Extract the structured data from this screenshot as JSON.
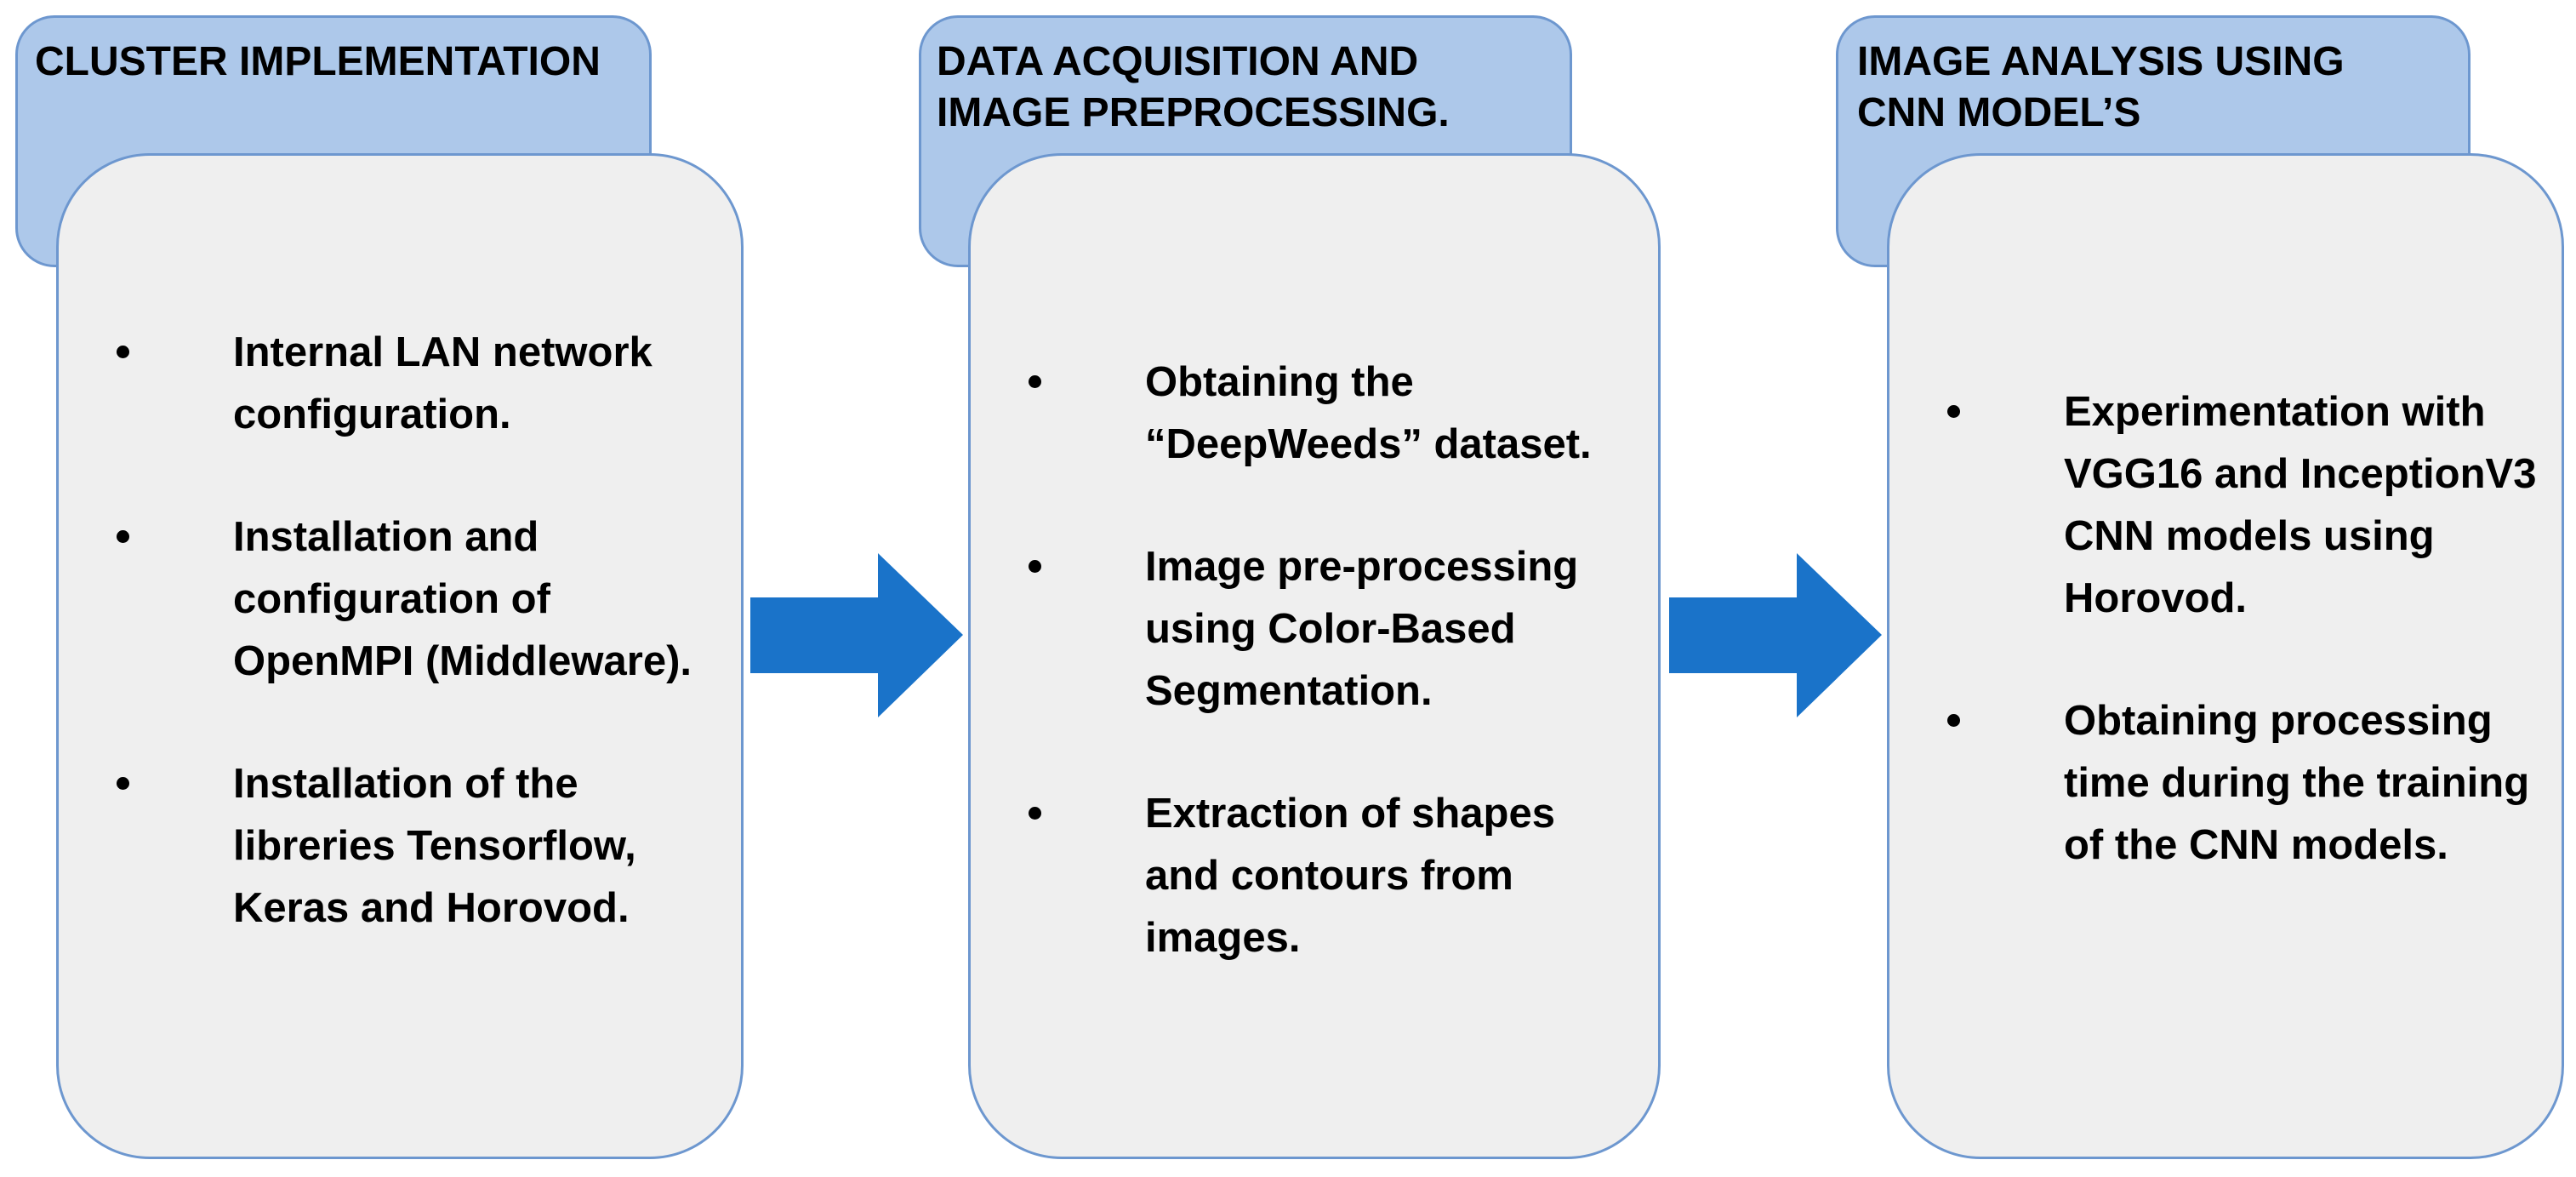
{
  "accent_colors": {
    "tab_fill": "#adc8ea",
    "border": "#6d97cf",
    "card_fill": "#efefef",
    "arrow": "#1a73c9"
  },
  "stages": [
    {
      "title": "CLUSTER IMPLEMENTATION",
      "items": [
        "Internal LAN network configuration.",
        "Installation and configuration of OpenMPI (Middleware).",
        "Installation of the libreries Tensorflow, Keras and Horovod."
      ]
    },
    {
      "title": "DATA ACQUISITION AND IMAGE PREPROCESSING.",
      "items": [
        "Obtaining the “DeepWeeds” dataset.",
        "Image pre-processing using Color-Based Segmentation.",
        "Extraction of shapes and contours from images."
      ]
    },
    {
      "title": "IMAGE ANALYSIS USING CNN MODEL’S",
      "items": [
        "Experimentation with VGG16 and InceptionV3 CNN models using Horovod.",
        "Obtaining processing time during the training of the CNN models."
      ]
    }
  ],
  "connectors": [
    {
      "from": "CLUSTER IMPLEMENTATION",
      "to": "DATA ACQUISITION AND IMAGE PREPROCESSING.",
      "icon": "right-arrow-icon"
    },
    {
      "from": "DATA ACQUISITION AND IMAGE PREPROCESSING.",
      "to": "IMAGE ANALYSIS USING CNN MODEL’S",
      "icon": "right-arrow-icon"
    }
  ]
}
